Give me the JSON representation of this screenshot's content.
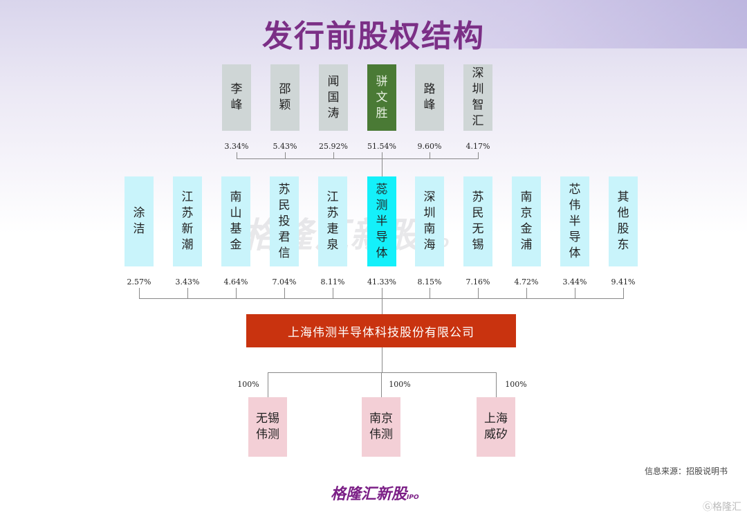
{
  "title": "发行前股权结构",
  "top_shareholders": [
    {
      "name": "李峰",
      "pct": "3.34%"
    },
    {
      "name": "邵颖",
      "pct": "5.43%"
    },
    {
      "name": "闻国涛",
      "pct": "25.92%"
    },
    {
      "name": "骈文胜",
      "pct": "51.54%"
    },
    {
      "name": "路峰",
      "pct": "9.60%"
    },
    {
      "name": "深圳智汇",
      "pct": "4.17%"
    }
  ],
  "mid_shareholders": [
    {
      "name": "涂洁",
      "pct": "2.57%"
    },
    {
      "name": "江苏新潮",
      "pct": "3.43%"
    },
    {
      "name": "南山基金",
      "pct": "4.64%"
    },
    {
      "name": "苏民投君信",
      "pct": "7.04%"
    },
    {
      "name": "江苏疌泉",
      "pct": "8.11%"
    },
    {
      "name": "蕊测半导体",
      "pct": "41.33%"
    },
    {
      "name": "深圳南海",
      "pct": "8.15%"
    },
    {
      "name": "苏民无锡",
      "pct": "7.16%"
    },
    {
      "name": "南京金浦",
      "pct": "4.72%"
    },
    {
      "name": "芯伟半导体",
      "pct": "3.44%"
    },
    {
      "name": "其他股东",
      "pct": "9.41%"
    }
  ],
  "company": "上海伟测半导体科技股份有限公司",
  "subsidiaries": [
    {
      "name": "无锡伟测",
      "pct": "100%"
    },
    {
      "name": "南京伟测",
      "pct": "100%"
    },
    {
      "name": "上海威矽",
      "pct": "100%"
    }
  ],
  "source": "信息来源：招股说明书",
  "watermark": "格隆汇新股",
  "watermark_sub": "IPO",
  "logo": "格隆汇新股",
  "logo_sub": "IPO",
  "corner_logo": "格隆汇",
  "colors": {
    "title": "#7b2f86",
    "company": "#c9330f",
    "highlight_top": "#4a7a35",
    "highlight_mid": "#14f0fa"
  }
}
